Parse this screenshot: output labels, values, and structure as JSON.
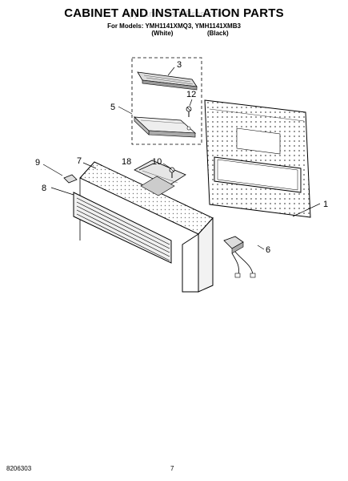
{
  "header": {
    "title": "CABINET AND INSTALLATION PARTS",
    "models_line": "For Models: YMH1141XMQ3, YMH1141XMB3",
    "color_white": "(White)",
    "color_black": "(Black)",
    "watermark": "AppliancePartsPros.com"
  },
  "callouts": {
    "c1": "1",
    "c3": "3",
    "c5": "5",
    "c6": "6",
    "c7": "7",
    "c8": "8",
    "c9": "9",
    "c10": "10",
    "c12": "12",
    "c18": "18"
  },
  "footer": {
    "doc_number": "8206303",
    "page_number": "7"
  }
}
